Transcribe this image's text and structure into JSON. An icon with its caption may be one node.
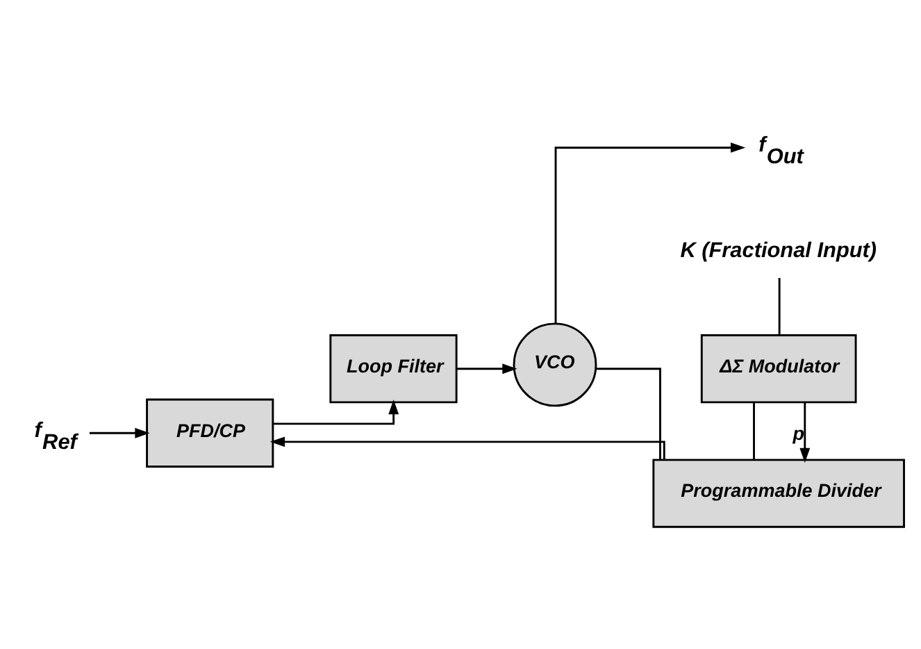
{
  "diagram": {
    "nodes": [
      {
        "text": [
          "f$_{Ref}$"
        ]
      },
      {
        "text": [
          "PFD/CP"
        ]
      },
      {
        "text": [
          "Loop Filter"
        ]
      },
      {
        "text": [
          "VCO"
        ]
      },
      {
        "text": [
          "f$_{Out}$"
        ]
      },
      {
        "text": [
          "Programmable Divider"
        ]
      },
      {
        "text": [
          "ΔΣ Modulator"
        ]
      },
      {
        "text": [
          "K (Fractional Input)"
        ]
      }
    ],
    "edges": [
      {
        "from": 0,
        "to": 1,
        "arrow": "to"
      },
      {
        "from": 1,
        "to": 2,
        "arrow": "to"
      },
      {
        "from": 2,
        "to": 3,
        "arrow": "to"
      },
      {
        "from": 3,
        "to": 4,
        "arrow": "to"
      },
      {
        "from": 3,
        "to": 5,
        "arrow": "none"
      },
      {
        "from": 5,
        "to": 1,
        "arrow": "to"
      },
      {
        "from": 5,
        "to": 6,
        "arrow": "none"
      },
      {
        "from": 6,
        "to": 5,
        "arrow": "to",
        "label": "p"
      },
      {
        "from": 7,
        "to": 6,
        "arrow": "none"
      }
    ]
  }
}
